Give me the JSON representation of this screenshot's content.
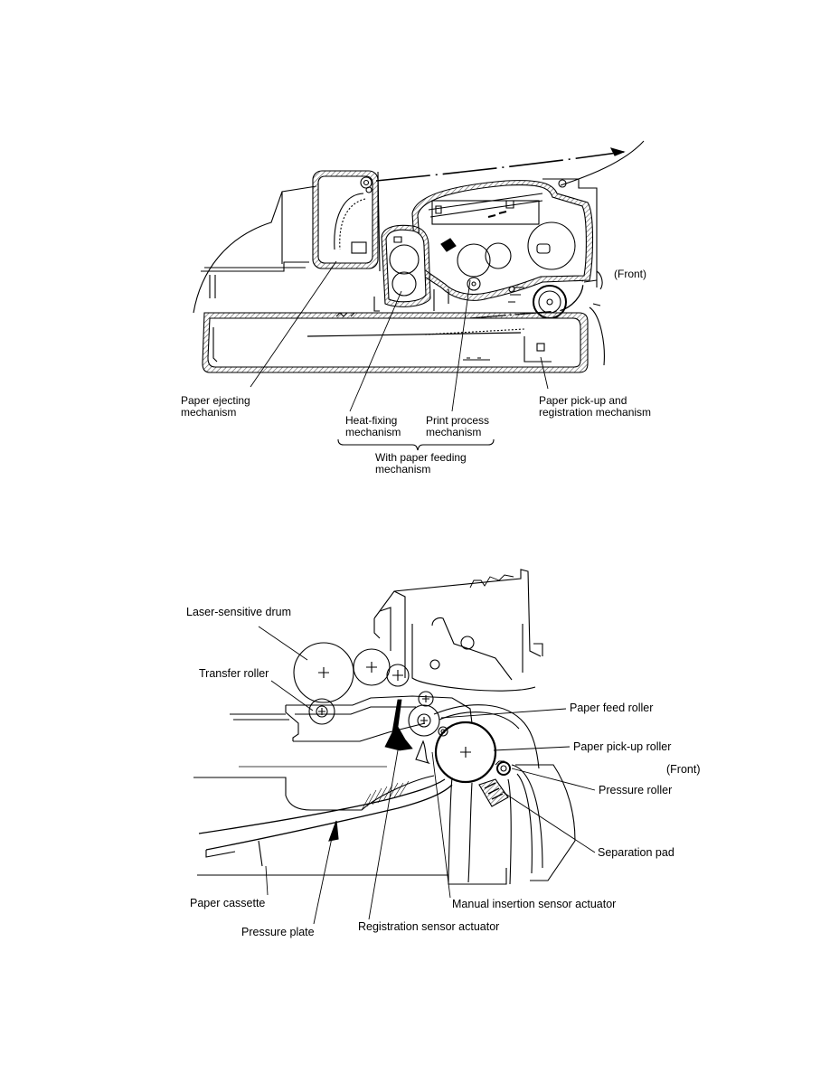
{
  "figure1": {
    "front_label": "(Front)",
    "paper_ejecting": [
      "Paper ejecting",
      "mechanism"
    ],
    "heat_fixing": [
      "Heat-fixing",
      "mechanism"
    ],
    "print_process": [
      "Print process",
      "mechanism"
    ],
    "pickup_registration": [
      "Paper pick-up and",
      "registration mechanism"
    ],
    "group_label": [
      "With paper feeding",
      "mechanism"
    ]
  },
  "figure2": {
    "front_label": "(Front)",
    "laser_drum": "Laser-sensitive drum",
    "transfer_roller": "Transfer roller",
    "paper_feed_roller": "Paper feed roller",
    "paper_pickup_roller": "Paper pick-up roller",
    "pressure_roller": "Pressure roller",
    "separation_pad": "Separation pad",
    "paper_cassette": "Paper cassette",
    "manual_insertion": "Manual insertion sensor actuator",
    "pressure_plate": "Pressure plate",
    "registration_actuator": "Registration sensor actuator"
  },
  "colors": {
    "ink": "#000000",
    "background": "#ffffff",
    "hatch": "#555555"
  }
}
